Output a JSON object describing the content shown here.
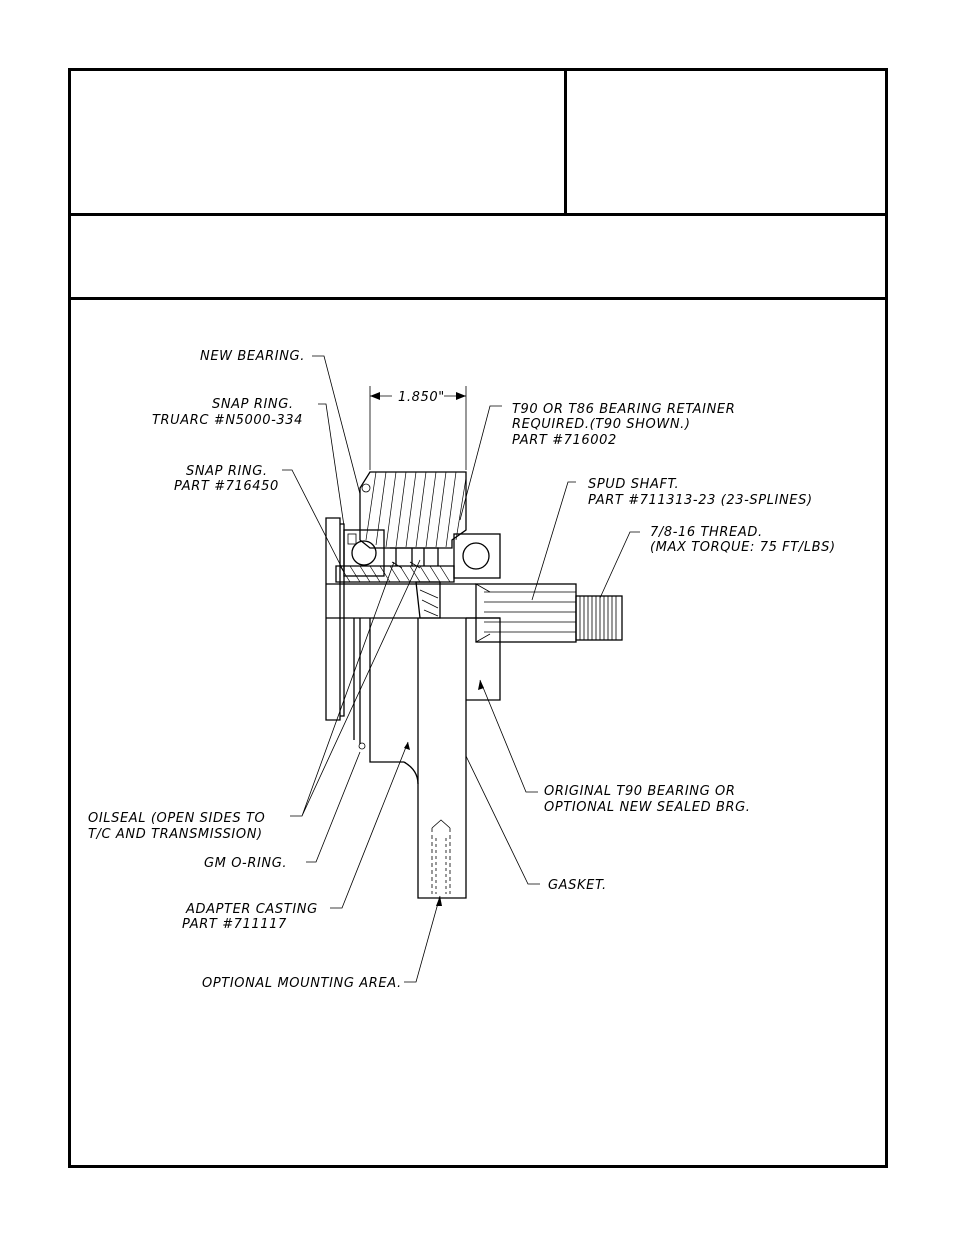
{
  "labels": {
    "new_bearing": "NEW BEARING.",
    "snap_ring_1_l1": "SNAP RING.",
    "snap_ring_1_l2": "TRUARC #N5000-334",
    "snap_ring_2_l1": "SNAP RING.",
    "snap_ring_2_l2": "PART #716450",
    "dimension": "1.850\"",
    "retainer_l1": "T90 OR T86 BEARING RETAINER",
    "retainer_l2": "REQUIRED.(T90 SHOWN.)",
    "retainer_l3": "PART #716002",
    "spud_l1": "SPUD SHAFT.",
    "spud_l2": "PART #711313-23 (23-SPLINES)",
    "thread_l1": "7/8-16 THREAD.",
    "thread_l2": "(MAX TORQUE: 75 FT/LBS)",
    "original_l1": "ORIGINAL T90 BEARING OR",
    "original_l2": "OPTIONAL NEW SEALED BRG.",
    "oilseal_l1": "OILSEAL (OPEN SIDES TO",
    "oilseal_l2": "T/C AND TRANSMISSION)",
    "gm_oring": "GM O-RING.",
    "adapter_l1": "ADAPTER CASTING",
    "adapter_l2": "PART #711117",
    "gasket": "GASKET.",
    "mounting": "OPTIONAL MOUNTING AREA."
  }
}
